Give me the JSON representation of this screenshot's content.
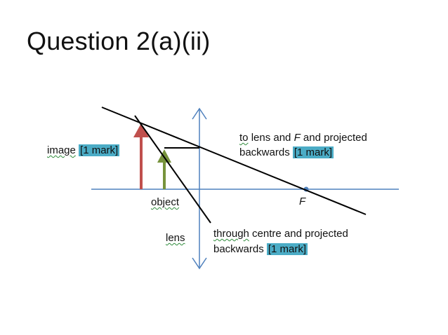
{
  "slide": {
    "title": "Question 2(a)(ii)"
  },
  "labels": {
    "image_text": "image",
    "image_mark": "[1 mark]",
    "object_text": "object",
    "lens_text": "lens",
    "focal_point": "F",
    "annotation_top": {
      "line1_a": "to",
      "line1_b": "lens and",
      "line1_f": "F",
      "line1_c": "and projected",
      "line2": "backwards",
      "mark": "[1 mark]"
    },
    "annotation_bottom": {
      "line1_a": "through",
      "line1_b": "centre and projected",
      "line2": "backwards",
      "mark": "[1 mark]"
    }
  },
  "colors": {
    "axis": "#4f81bd",
    "image_arrow": "#c0504d",
    "object_arrow": "#77933c",
    "ray": "#000000",
    "mark_highlight": "#4bacc6"
  }
}
